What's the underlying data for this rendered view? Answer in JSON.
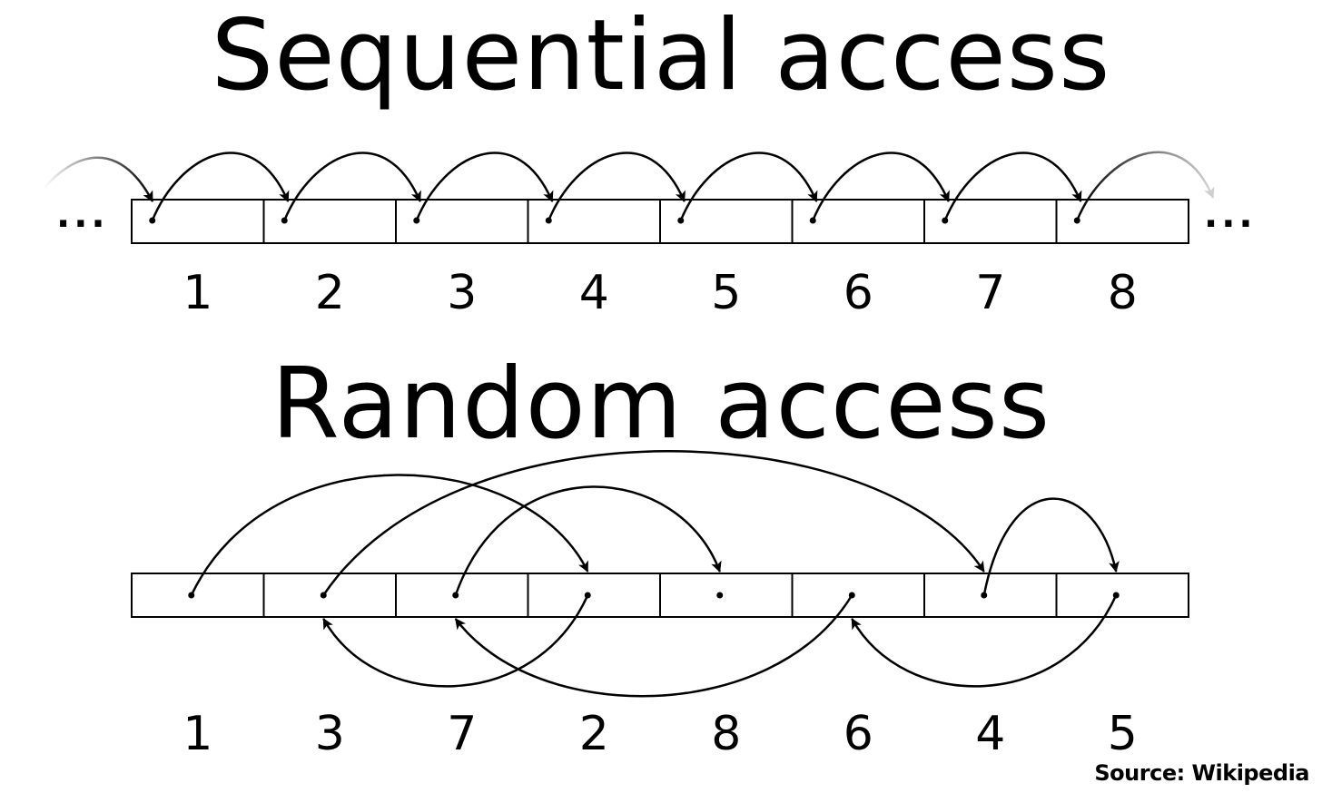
{
  "sequential": {
    "title": "Sequential access",
    "labels": [
      "1",
      "2",
      "3",
      "4",
      "5",
      "6",
      "7",
      "8"
    ],
    "ellipsis_left": "...",
    "ellipsis_right": "..."
  },
  "random": {
    "title": "Random access",
    "labels": [
      "1",
      "3",
      "7",
      "2",
      "8",
      "6",
      "4",
      "5"
    ]
  },
  "source": "Source: Wikipedia"
}
